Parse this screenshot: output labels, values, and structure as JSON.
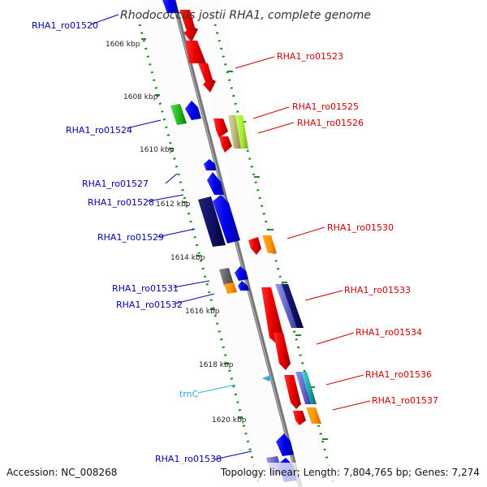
{
  "title": "Rhodococcus jostii RHA1, complete genome",
  "footer": {
    "accession": "Accession: NC_008268",
    "summary": "Topology: linear; Length: 7,804,765 bp; Genes: 7,274"
  },
  "colors": {
    "forward_label": "#cc0000",
    "reverse_label": "#0000aa",
    "rna_label": "#33aadd",
    "ruler_dots": "#228822",
    "backbone": "#888888"
  },
  "ruler": [
    {
      "label": "1606 kbp"
    },
    {
      "label": "1608 kbp"
    },
    {
      "label": "1610 kbp"
    },
    {
      "label": "1612 kbp"
    },
    {
      "label": "1614 kbp"
    },
    {
      "label": "1616 kbp"
    },
    {
      "label": "1618 kbp"
    },
    {
      "label": "1620 kbp"
    }
  ],
  "gene_labels": {
    "ro01520": "RHA1_ro01520",
    "ro01523": "RHA1_ro01523",
    "ro01524": "RHA1_ro01524",
    "ro01525": "RHA1_ro01525",
    "ro01526": "RHA1_ro01526",
    "ro01527": "RHA1_ro01527",
    "ro01528": "RHA1_ro01528",
    "ro01529": "RHA1_ro01529",
    "ro01530": "RHA1_ro01530",
    "ro01531": "RHA1_ro01531",
    "ro01532": "RHA1_ro01532",
    "ro01533": "RHA1_ro01533",
    "ro01534": "RHA1_ro01534",
    "ro01536": "RHA1_ro01536",
    "ro01537": "RHA1_ro01537",
    "ro01538": "RHA1_ro01538",
    "trnC": "trnC"
  }
}
